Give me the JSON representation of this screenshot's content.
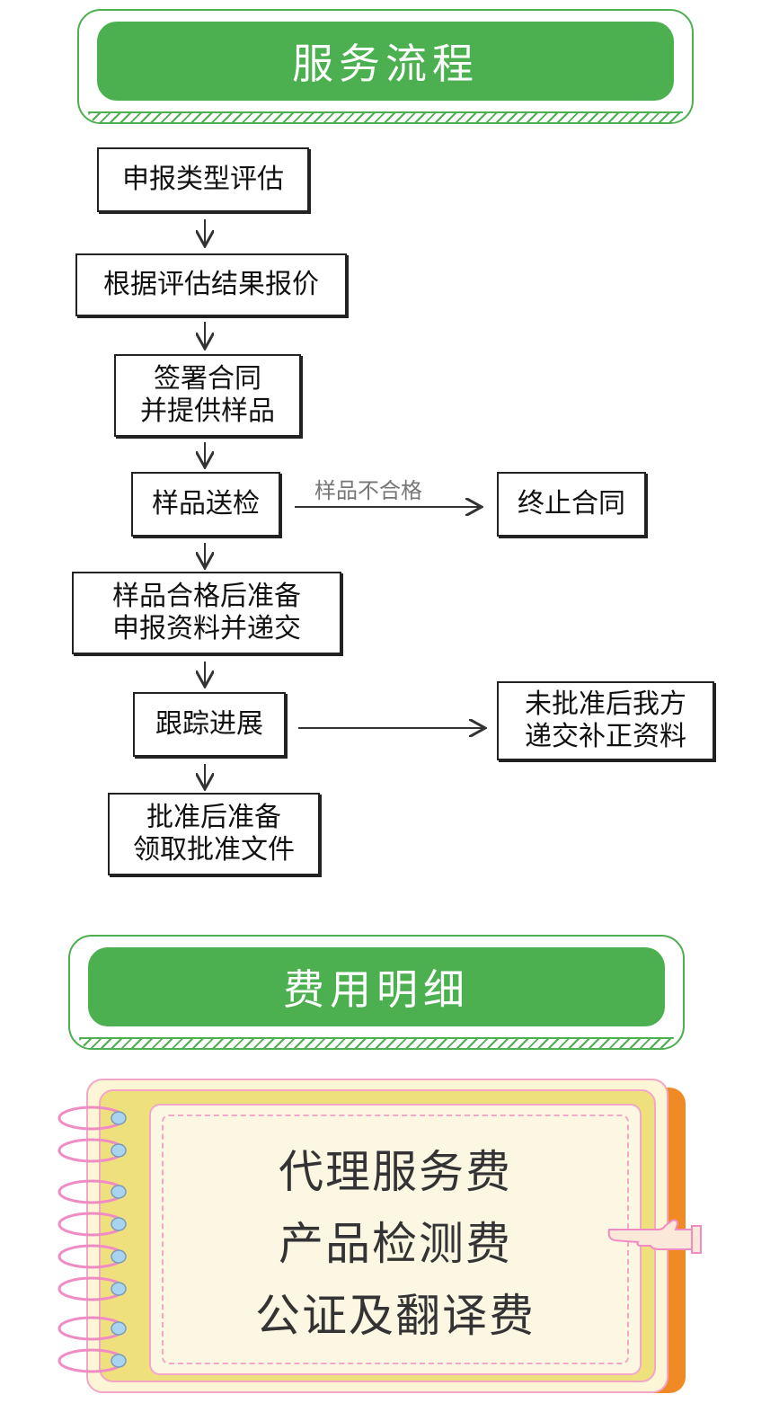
{
  "sections": {
    "process_title": "服务流程",
    "fees_title": "费用明细"
  },
  "steps": [
    [
      "申报类型评估"
    ],
    [
      "根据评估结果报价"
    ],
    [
      "签署合同",
      "并提供样品"
    ],
    [
      "样品送检"
    ],
    [
      "样品合格后准备",
      "申报资料并递交"
    ],
    [
      "跟踪进展"
    ],
    [
      "批准后准备",
      "领取批准文件"
    ]
  ],
  "branches": {
    "fail_label": "样品不合格",
    "fail_box": [
      "终止合同"
    ],
    "not_approved_box": [
      "未批准后我方",
      "递交补正资料"
    ]
  },
  "fees": [
    "代理服务费",
    "产品检测费",
    "公证及翻译费"
  ],
  "colors": {
    "accent_green": "#4cb050",
    "notebook_yellow": "#efe07e",
    "notebook_orange": "#f08a24",
    "notebook_pink": "#f3a6c8"
  }
}
